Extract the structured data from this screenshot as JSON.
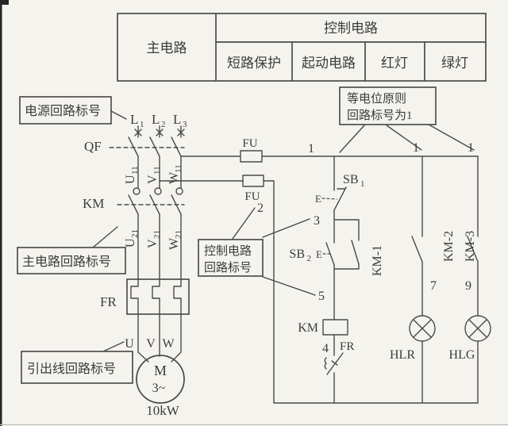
{
  "table": {
    "main": "主电路",
    "control": "控制电路",
    "cols": [
      "短路保护",
      "起动电路",
      "红灯",
      "绿灯"
    ]
  },
  "callouts": {
    "power_box": "电源回路标号",
    "equi_line1": "等电位原则",
    "equi_line2": "回路标号为1",
    "main_box": "主电路回路标号",
    "ctrl_line1": "控制电路",
    "ctrl_line2": "回路标号",
    "leadout_box": "引出线回路标号"
  },
  "labels": {
    "L1b": "L",
    "L1s": "1",
    "L2b": "L",
    "L2s": "2",
    "L3b": "L",
    "L3s": "3",
    "QF": "QF",
    "KM_main": "KM",
    "FR_main": "FR",
    "U11b": "U",
    "U11s": "11",
    "V11b": "V",
    "V11s": "11",
    "W11b": "W",
    "W11s": "11",
    "U21b": "U",
    "U21s": "21",
    "V21b": "V",
    "V21s": "21",
    "W21b": "W",
    "W21s": "21",
    "U": "U",
    "V": "V",
    "W": "W",
    "FU_top": "FU",
    "FU_bottom": "FU",
    "SB1b": "SB",
    "SB1s": "1",
    "SB2b": "SB",
    "SB2s": "2",
    "E1": "E",
    "E2": "E",
    "KM1": "KM-1",
    "KM2": "KM-2",
    "KM3": "KM-3",
    "KM_coil": "KM",
    "FR_contact": "FR",
    "HLR": "HLR",
    "HLG": "HLG",
    "M": "M",
    "three_phase": "3~",
    "power": "10kW"
  },
  "wire_numbers": {
    "n1a": "1",
    "n1b": "1",
    "n1c": "1",
    "n2": "2",
    "n3": "3",
    "n4": "4",
    "n5": "5",
    "n7": "7",
    "n9": "9"
  }
}
